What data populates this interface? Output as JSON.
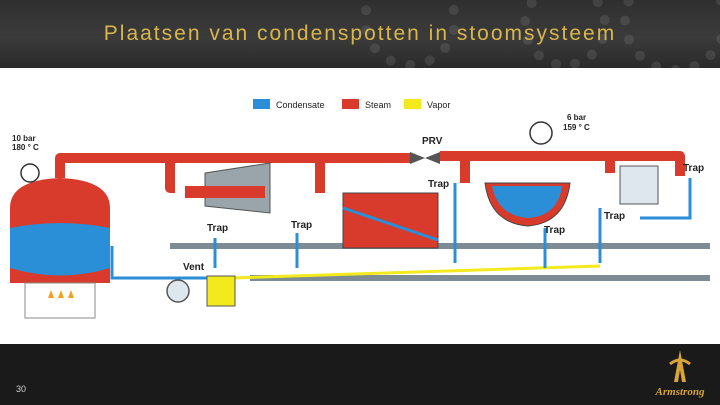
{
  "slide": {
    "title": "Plaatsen van condenspotten in stoomsysteem",
    "page_number": "30"
  },
  "legend": {
    "condensate": "Condensate",
    "steam": "Steam",
    "vapor": "Vapor"
  },
  "labels": {
    "boiler_pressure": "10 bar",
    "boiler_temp": "180 ° C",
    "downstream_pressure": "6 bar",
    "downstream_temp": "159 ° C",
    "prv": "PRV",
    "vent": "Vent",
    "trap": "Trap"
  },
  "colors": {
    "steam": "#d83a2b",
    "condensate": "#2b8fd8",
    "vapor": "#f2ea1c",
    "title": "#d9b54a",
    "accent": "#d9a43a"
  },
  "brand": {
    "name": "Armstrong"
  }
}
